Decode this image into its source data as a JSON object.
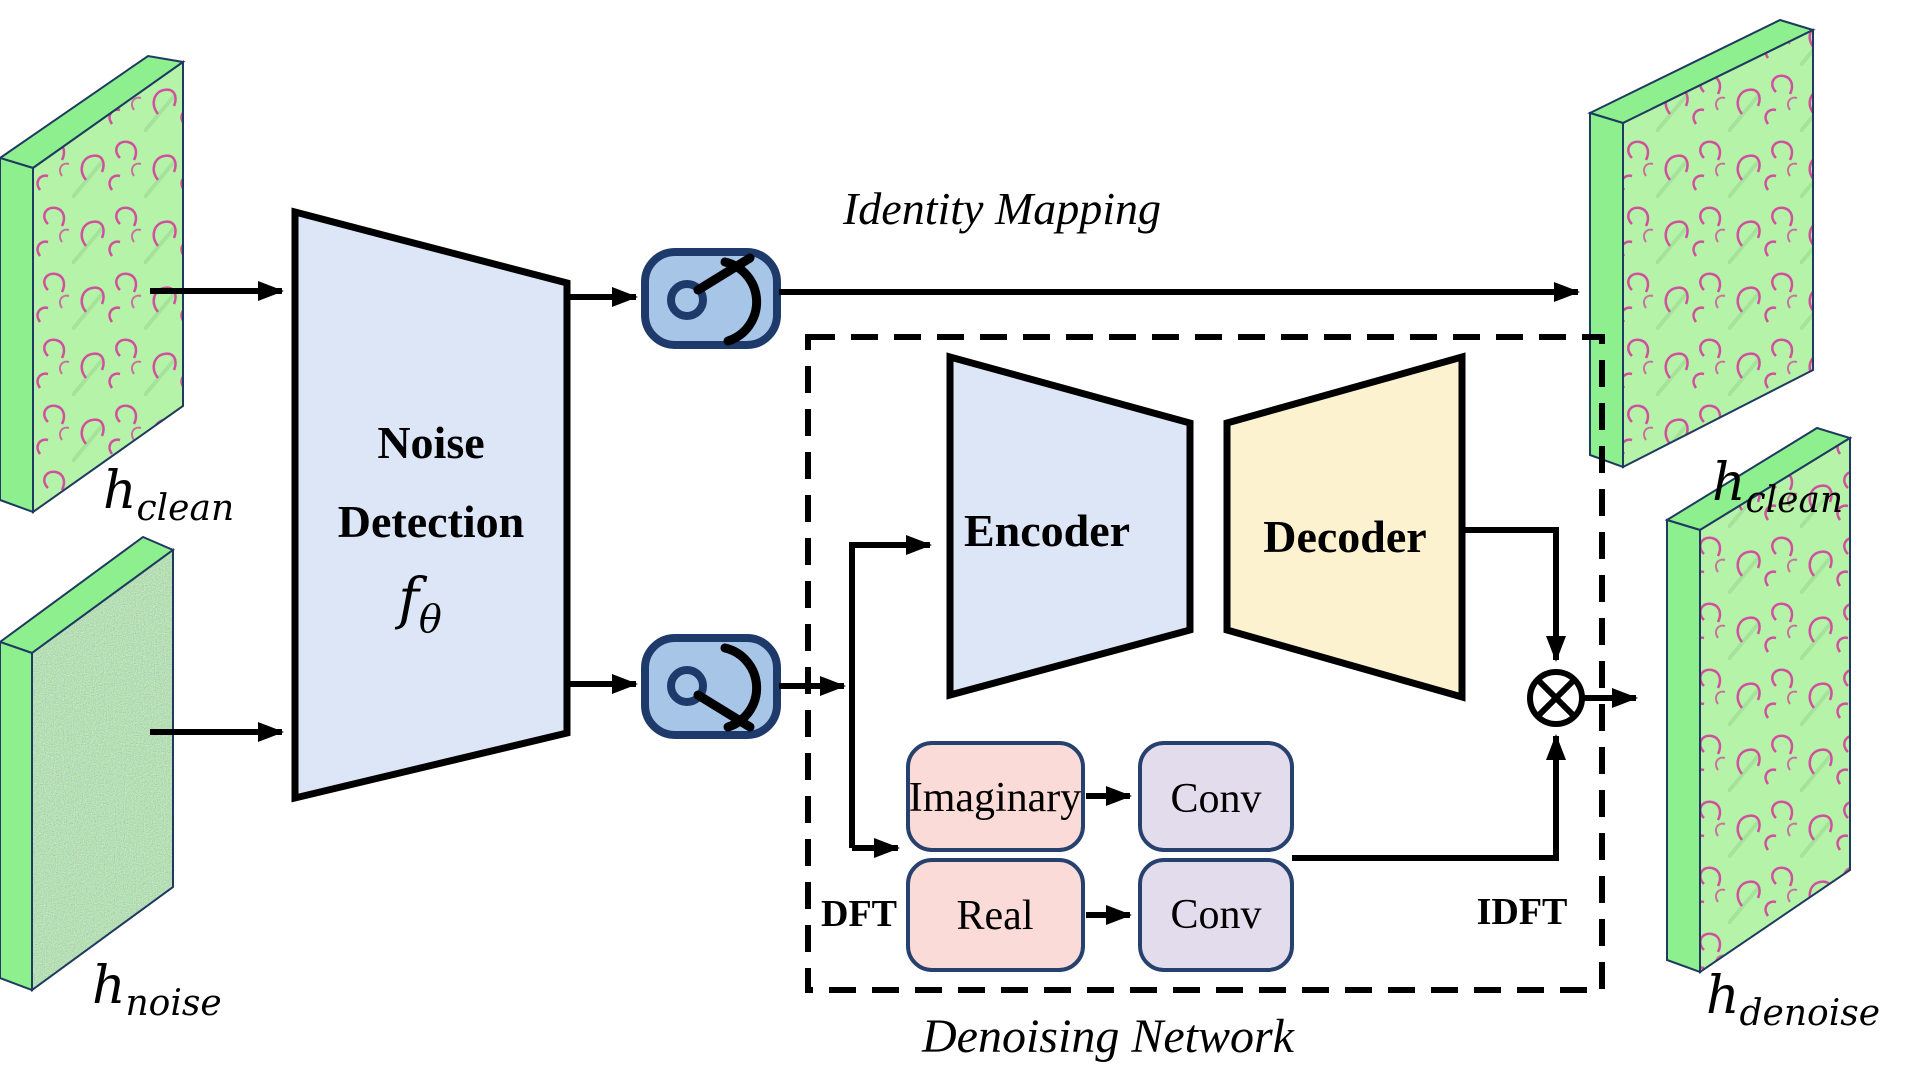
{
  "figure": {
    "identity_mapping": "Identity Mapping",
    "denoising_network": "Denoising Network",
    "noise_detection": {
      "line1": "Noise",
      "line2": "Detection",
      "func_base": "f",
      "func_sub": "θ"
    },
    "encoder": "Encoder",
    "decoder": "Decoder",
    "imaginary": "Imaginary",
    "real": "Real",
    "conv_top": "Conv",
    "conv_bottom": "Conv",
    "dft": "DFT",
    "idft": "IDFT"
  },
  "tensors": {
    "input_clean": {
      "base": "h",
      "sub": "clean"
    },
    "input_noise": {
      "base": "h",
      "sub": "noise"
    },
    "output_clean": {
      "base": "h",
      "sub": "clean"
    },
    "output_denoise": {
      "base": "h",
      "sub": "denoise"
    }
  },
  "colors": {
    "noise_detection_fill": "#dce6f6",
    "encoder_fill": "#dce6f6",
    "decoder_fill": "#fcf2d0",
    "switch_fill": "#a6c5e7",
    "switch_border": "#1d3a6b",
    "freq_part_fill": "#fbdbd7",
    "conv_fill": "#e3dcec",
    "box_border": "#27416e",
    "slab_green": "#8def8d",
    "slab_face_green": "#b5f3a9",
    "squiggle_pink": "#d1509e",
    "line_color": "#000000"
  }
}
